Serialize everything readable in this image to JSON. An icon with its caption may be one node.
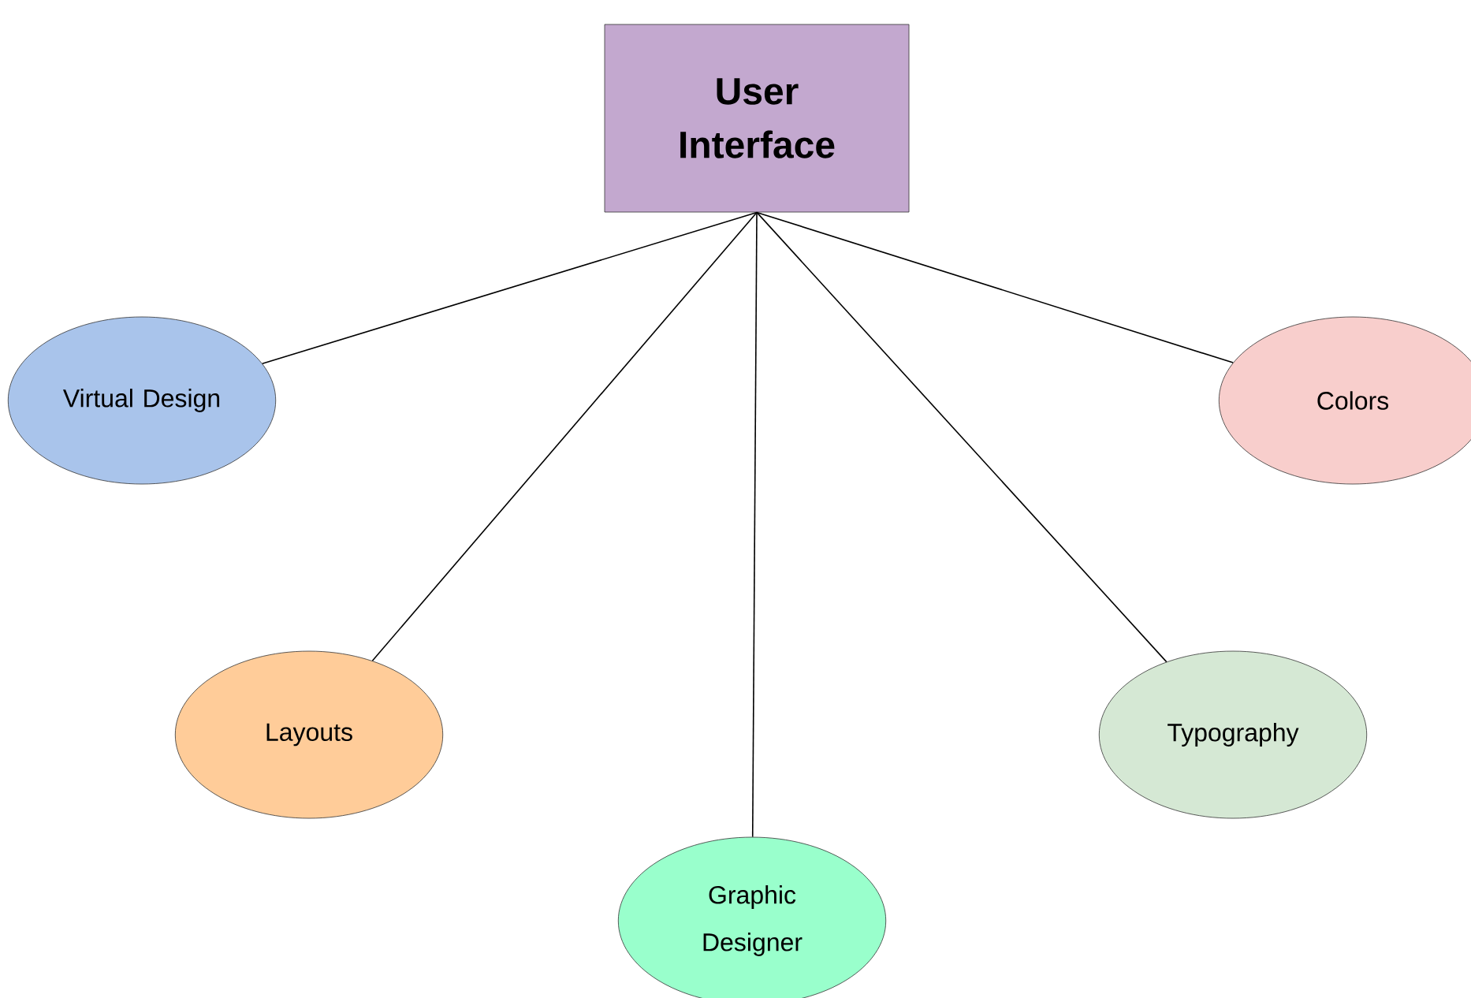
{
  "diagram": {
    "nodes": [
      {
        "text": [
          "User Interface"
        ]
      },
      {
        "text": [
          "Virtual Design"
        ]
      },
      {
        "text": [
          "Colors"
        ]
      },
      {
        "text": [
          "Layouts"
        ]
      },
      {
        "text": [
          "Typography"
        ]
      },
      {
        "text": [
          "Graphic Designer"
        ]
      }
    ],
    "edges": [
      {
        "from": 0,
        "to": 1,
        "arrow": "none"
      },
      {
        "from": 0,
        "to": 3,
        "arrow": "none"
      },
      {
        "from": 0,
        "to": 5,
        "arrow": "none"
      },
      {
        "from": 0,
        "to": 4,
        "arrow": "none"
      },
      {
        "from": 0,
        "to": 2,
        "arrow": "none"
      }
    ]
  }
}
